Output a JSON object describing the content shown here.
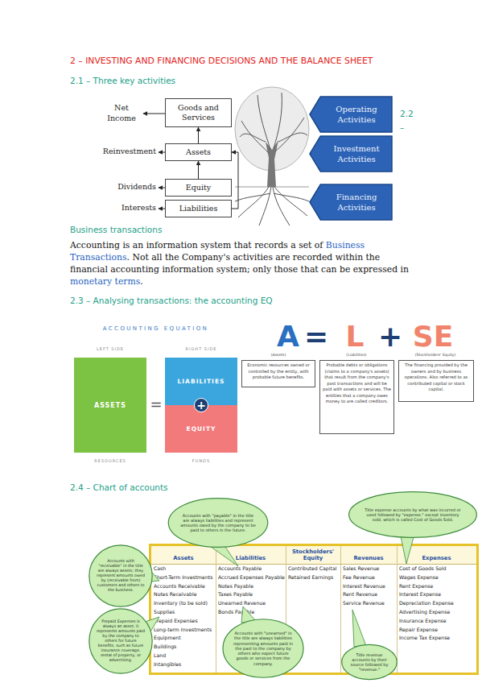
{
  "diagram": {
    "title": "2 – INVESTING AND FINANCING DECISIONS AND THE BALANCE SHEET",
    "nodes": [
      {
        "text": [
          "Goods and Services"
        ]
      },
      {
        "text": [
          "Assets"
        ]
      },
      {
        "text": [
          "Equity"
        ]
      },
      {
        "text": [
          "Liabilities"
        ]
      },
      {
        "text": [
          "Operating Activities"
        ]
      },
      {
        "text": [
          "Investment Activities"
        ]
      },
      {
        "text": [
          "Financing Activities"
        ]
      },
      {
        "text": [
          "ASSETS"
        ]
      },
      {
        "text": [
          "LIABILITIES"
        ]
      },
      {
        "text": [
          "+"
        ]
      },
      {
        "text": [
          "EQUITY"
        ]
      },
      {
        "text": [
          "Economic resources owned or controlled by the entity, with probable future benefits."
        ]
      },
      {
        "text": [
          "Probable debts or obligations (claims to a company's assets) that result from the company's past transactions and will be paid with assets or services. The entities that a company owes money to are called creditors."
        ]
      },
      {
        "text": [
          "The financing provided by the owners and by business operations. Also referred to as contributed capital or stock capital."
        ]
      },
      {
        "text": [
          "Accounts with \"payable\" in the title are always liabilities and represent amounts owed by the company to be paid to others in the future."
        ]
      },
      {
        "text": [
          "Title expense accounts by what was incurred or used followed by \"expense,\" except inventory sold, which is called Cost of Goods Sold."
        ]
      },
      {
        "text": [
          "Accounts with \"receivable\" in the title are always assets; they represent amounts owed by (receivable from) customers and others to the business."
        ]
      },
      {
        "text": [
          "Prepaid Expenses is always an asset; it represents amounts paid by the company to others for future benefits, such as future insurance coverage, rental of property, or advertising."
        ]
      },
      {
        "text": [
          "Accounts with \"unearned\" in the title are always liabilities representing amounts paid in the past to the company by others who expect future goods or services from the company."
        ]
      },
      {
        "text": [
          "Title revenue accounts by their source followed by \"revenue.\""
        ]
      }
    ],
    "edges": [
      {
        "from": 1,
        "to": 0,
        "arrow": "to"
      },
      {
        "from": 2,
        "to": 1,
        "arrow": "to"
      },
      {
        "from": 3,
        "to": 1,
        "arrow": "to"
      }
    ],
    "labels": [
      "2.1 – Three key activities",
      "2.2",
      "–",
      "Net Income",
      "Reinvestment",
      "Dividends",
      "Interests",
      "Business transactions",
      "Accounting is an information system that records a set of",
      "Business Transactions",
      ". Not all the Company's activities are recorded within the financial accounting information system; only those that can be expressed in",
      "monetary terms",
      ".",
      "2.3 – Analysing transactions: the accounting EQ",
      "ACCOUNTING EQUATION",
      "LEFT SIDE",
      "RIGHT SIDE",
      "=",
      "RESOURCES",
      "FUNDS",
      "A",
      "=",
      "L",
      "+",
      "SE",
      "(Assets)",
      "(Liabilities)",
      "(Stockholders' Equity)",
      "2.4 – Chart of accounts",
      "Assets",
      "Liabilities",
      "Stockholders' Equity",
      "Revenues",
      "Expenses",
      "Cash",
      "Short-Term Investments",
      "Accounts Receivable",
      "Notes Receivable",
      "Inventory (to be sold)",
      "Supplies",
      "Prepaid Expenses",
      "Long-term Investments",
      "Equipment",
      "Buildings",
      "Land",
      "Intangibles",
      "Accounts Payable",
      "Accrued Expenses Payable",
      "Notes Payable",
      "Taxes Payable",
      "Unearned Revenue",
      "Bonds Payable",
      "Contributed Capital",
      "Retained Earnings",
      "Sales Revenue",
      "Fee Revenue",
      "Interest Revenue",
      "Rent Revenue",
      "Service Revenue",
      "Cost of Goods Sold",
      "Wages Expense",
      "Rent Expense",
      "Interest Expense",
      "Depreciation Expense",
      "Advertising Expense",
      "Insurance Expense",
      "Repair Expense",
      "Income Tax Expense"
    ]
  }
}
